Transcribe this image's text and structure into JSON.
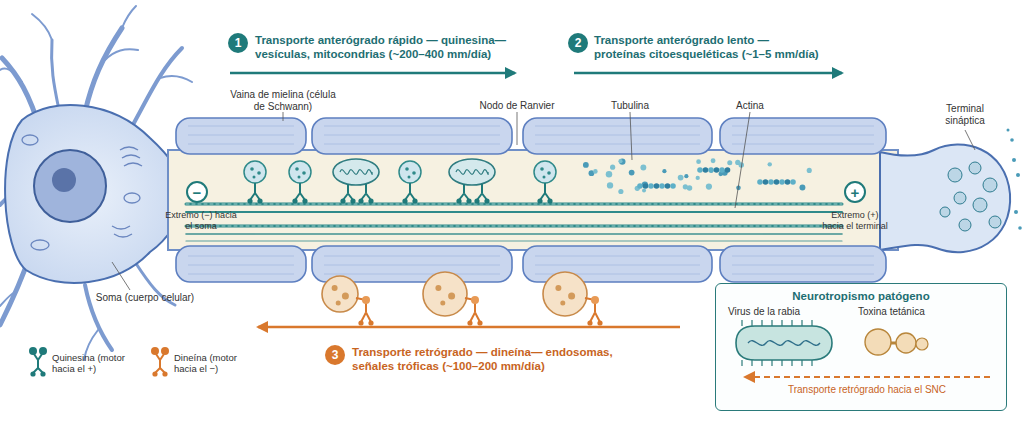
{
  "diagram": {
    "nodes": [
      {
        "text": [
          "1"
        ]
      },
      {
        "text": [
          "2"
        ]
      },
      {
        "text": [
          "−"
        ]
      },
      {
        "text": [
          "+"
        ]
      },
      {
        "text": [
          "3"
        ]
      },
      {
        "text": [
          "Neurotropismo patógeno"
        ]
      }
    ],
    "labels": [
      "Transporte anterógrado rápido — quinesina— vesículas, mitocondrias (~200–400 mm/día)",
      "Transporte anterógrado lento — proteínas citoesqueléticas (~1–5 mm/día)",
      "Vaina de mielina (célula de Schwann)",
      "Nodo de Ranvier",
      "Tubulina",
      "Actina",
      "Terminal sináptica",
      "Extremo (−) hacia el soma",
      "Extremo (+) hacia el terminal",
      "Soma (cuerpo celular)",
      "Transporte retrógrado — dineína— endosomas, señales tróficas (~100–200 mm/día)",
      "Virus de la rabia",
      "Toxina tetánica",
      "Transporte retrógrado hacia el SNC"
    ],
    "legend": [
      {
        "text": "Quinesina (motor hacia el +)"
      },
      {
        "text": "Dineína (motor hacia el −)"
      }
    ]
  }
}
